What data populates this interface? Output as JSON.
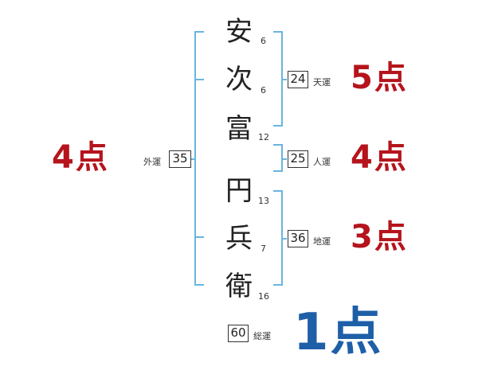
{
  "name": {
    "characters": [
      {
        "char": "安",
        "strokes": "6"
      },
      {
        "char": "次",
        "strokes": "6"
      },
      {
        "char": "富",
        "strokes": "12"
      },
      {
        "char": "円",
        "strokes": "13"
      },
      {
        "char": "兵",
        "strokes": "7"
      },
      {
        "char": "衛",
        "strokes": "16"
      }
    ]
  },
  "fortunes": {
    "tenkaku": {
      "value": "24",
      "label": "天運",
      "score": "5点"
    },
    "jinkaku": {
      "value": "25",
      "label": "人運",
      "score": "4点"
    },
    "chikaku": {
      "value": "36",
      "label": "地運",
      "score": "3点"
    },
    "gaikaku": {
      "value": "35",
      "label": "外運",
      "score": "4点"
    },
    "soukaku": {
      "value": "60",
      "label": "総運",
      "score": "1点"
    }
  },
  "colors": {
    "bracket": "#6ab4e0",
    "score_red": "#b5141c",
    "score_blue": "#1f5fa8",
    "text": "#222222"
  }
}
